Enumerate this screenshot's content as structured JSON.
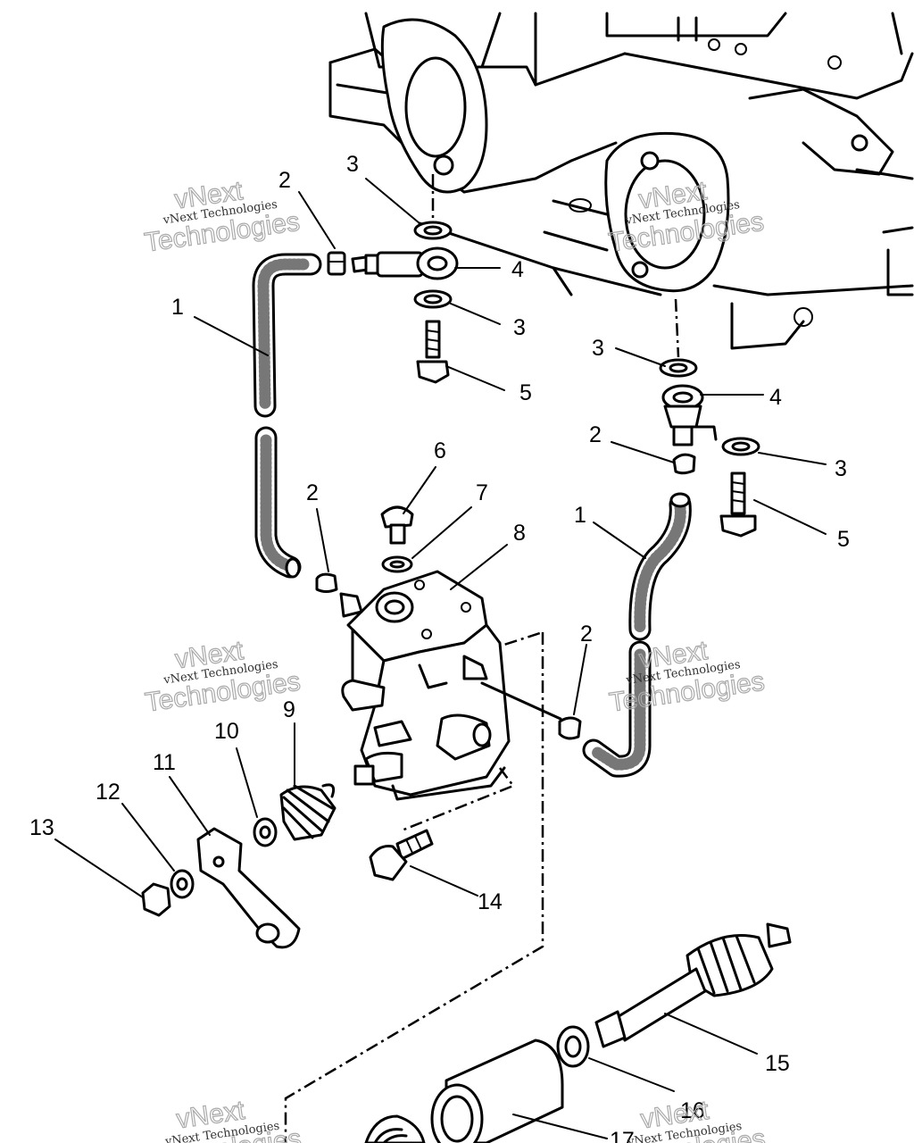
{
  "diagram": {
    "watermark": {
      "small": "vNext Technologies",
      "big_top": "vNext",
      "big_bottom": "Technologies"
    },
    "callouts": {
      "hose": "1",
      "clamp": "2",
      "washer": "3",
      "banjo_fitting": "4",
      "banjo_bolt": "5",
      "bleed_screw": "6",
      "bleed_washer": "7",
      "oil_pump": "8",
      "return_spring": "9",
      "pump_washer": "10",
      "pump_lever": "11",
      "lock_washer": "12",
      "lever_nut": "13",
      "mount_bolt": "14",
      "drive_shaft": "15",
      "shaft_washer": "16",
      "drive_bushing": "17"
    }
  }
}
